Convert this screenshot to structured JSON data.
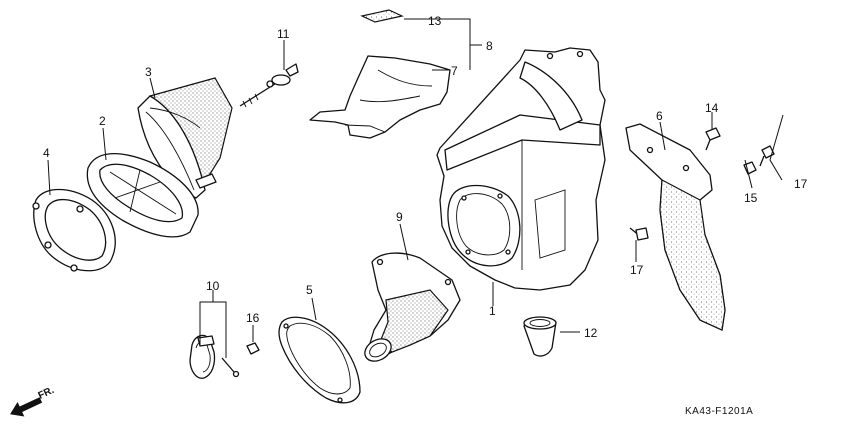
{
  "diagram": {
    "reference_code": "KA43-F1201A",
    "front_marker": "FR.",
    "callouts": [
      {
        "id": "c1",
        "label": "1"
      },
      {
        "id": "c2",
        "label": "2"
      },
      {
        "id": "c3",
        "label": "3"
      },
      {
        "id": "c4",
        "label": "4"
      },
      {
        "id": "c5",
        "label": "5"
      },
      {
        "id": "c6",
        "label": "6"
      },
      {
        "id": "c7",
        "label": "7"
      },
      {
        "id": "c8",
        "label": "8"
      },
      {
        "id": "c9",
        "label": "9"
      },
      {
        "id": "c10",
        "label": "10"
      },
      {
        "id": "c11",
        "label": "11"
      },
      {
        "id": "c12",
        "label": "12"
      },
      {
        "id": "c13",
        "label": "13"
      },
      {
        "id": "c14",
        "label": "14"
      },
      {
        "id": "c15",
        "label": "15"
      },
      {
        "id": "c16",
        "label": "16"
      },
      {
        "id": "c17a",
        "label": "17"
      },
      {
        "id": "c17b",
        "label": "17"
      }
    ]
  }
}
